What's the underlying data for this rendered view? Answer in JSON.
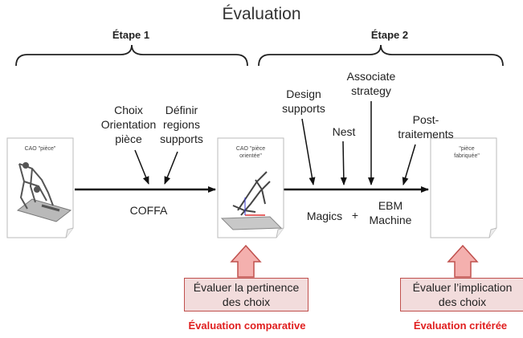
{
  "title": "Évaluation",
  "stages": {
    "stage1": "Étape 1",
    "stage2": "Étape 2"
  },
  "documents": {
    "doc1": "CAO \"pièce\"",
    "doc2_line1": "CAO \"pièce",
    "doc2_line2": "orientée\"",
    "doc3_line1": "\"pièce",
    "doc3_line2": "fabriquée\""
  },
  "steps": {
    "choix": [
      "Choix",
      "Orientation",
      "pièce"
    ],
    "definir": [
      "Définir",
      "regions",
      "supports"
    ],
    "design": [
      "Design",
      "supports"
    ],
    "nest": "Nest",
    "associate": [
      "Associate",
      "strategy"
    ],
    "post": [
      "Post-",
      "traitements"
    ]
  },
  "tools": {
    "coffa": "COFFA",
    "magics": "Magics",
    "plus": "+",
    "ebm": [
      "EBM",
      "Machine"
    ]
  },
  "evaluations": {
    "left_box": [
      "Évaluer la pertinence",
      "des choix"
    ],
    "left_title": "Évaluation comparative",
    "right_box": [
      "Évaluer l’implication",
      "des choix"
    ],
    "right_title": "Évaluation critérée"
  },
  "colors": {
    "eval_title": "#e02020",
    "eval_box_fill": "#f2dcdc",
    "eval_box_border": "#c0504d",
    "up_arrow_fill": "#f4b0ae",
    "up_arrow_stroke": "#c0504d"
  }
}
